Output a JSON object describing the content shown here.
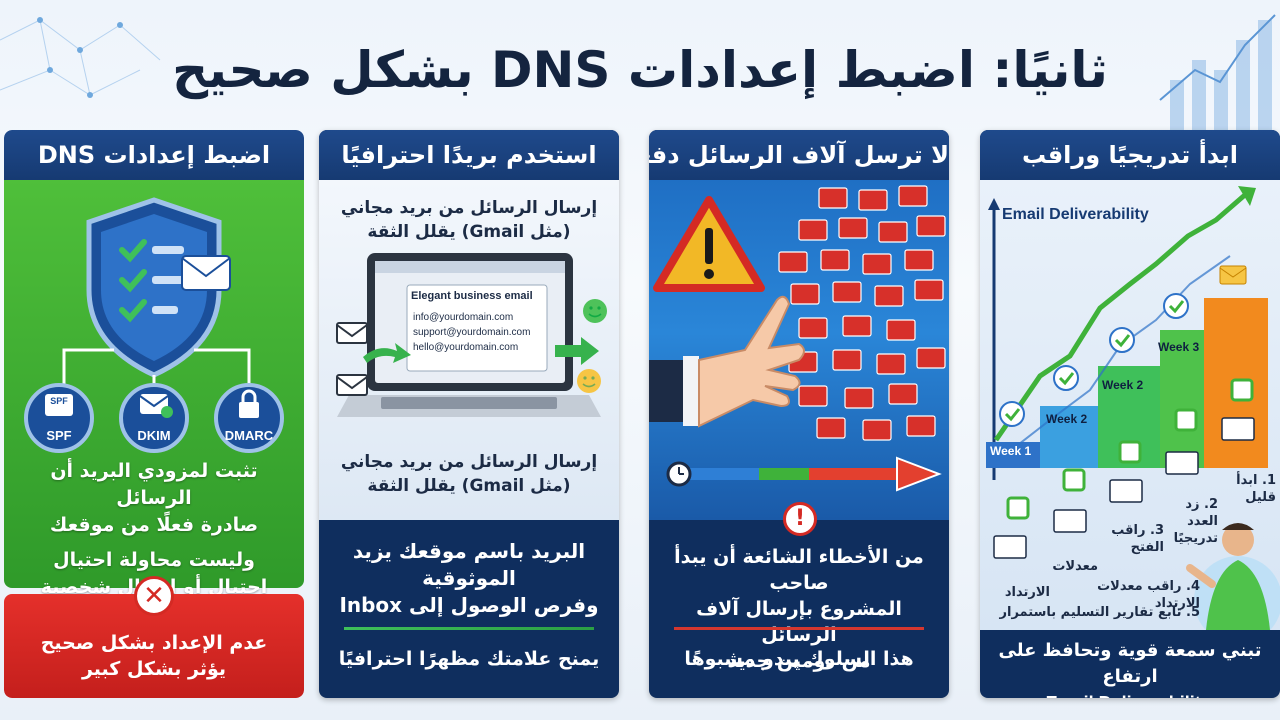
{
  "title": "ثانيًا: اضبط إعدادات DNS بشكل صحيح",
  "panels": {
    "dns": {
      "heading": "اضبط إعدادات DNS",
      "badges": [
        "SPF",
        "DKIM",
        "DMARC"
      ],
      "badge_spf_small": "SPF",
      "line1": "تثبت لمزودي البريد أن الرسائل",
      "line2": "صادرة فعلًا من موقعك",
      "line3": "وليست محاولة احتيال",
      "line4": "احتيال أو انتحال شخصية",
      "warning": "عدم الإعداد بشكل صحيح",
      "warning2": "يؤثر بشكل كبير"
    },
    "email": {
      "heading": "استخدم بريدًا احترافيًا",
      "top_line1": "إرسال الرسائل من بريد مجاني",
      "top_line2": "(مثل Gmail) يقلل الثقة",
      "screen_title": "Elegant business email",
      "addresses": [
        "info@yourdomain.com",
        "support@yourdomain.com",
        "hello@yourdomain.com"
      ],
      "mid_line1": "إرسال الرسائل من بريد مجاني",
      "mid_line2": "(مثل Gmail) يقلل الثقة",
      "body_line1": "البريد باسم موقعك يزيد الموثوقية",
      "body_line2": "وفرص الوصول إلى Inbox",
      "footer": "يمنح علامتك مظهرًا احترافيًا"
    },
    "bulk": {
      "heading": "لا ترسل آلاف الرسائل دفعة",
      "body_line1": "من الأخطاء الشائعة أن يبدأ صاحب",
      "body_line2": "المشروع بإرسال آلاف الرسائل",
      "body_line3": "من دومين جديد",
      "footer": "هذا السلوك يبدو مشبوهًا"
    },
    "gradual": {
      "heading": "ابدأ تدريجيًا وراقب",
      "chart_title": "Email Deliverability",
      "weeks": [
        "Week 1",
        "Week 2",
        "Week 2",
        "Week 3"
      ],
      "steps": [
        {
          "num": "1.",
          "text": "ابدأ"
        },
        {
          "num": "",
          "text": "قليل"
        },
        {
          "num": "2.",
          "text": "زد العدد"
        },
        {
          "num": "",
          "text": "تدريجيًا"
        },
        {
          "num": "3.",
          "text": "راقب"
        },
        {
          "num": "",
          "text": "الفتح"
        },
        {
          "num": "",
          "text": "معدلات"
        },
        {
          "num": "",
          "text": "الارتداد"
        },
        {
          "num": "4.",
          "text": "راقب معدلات الارتداد"
        },
        {
          "num": "5.",
          "text": "تابع تقارير التسليم باستمرار"
        }
      ],
      "footer1": "تبني سمعة قوية وتحافظ على ارتفاع",
      "footer2": "Email Deliverability."
    }
  },
  "colors": {
    "navy": "#163a72",
    "green": "#3fb23a",
    "red": "#d42a24",
    "orange": "#f28a1e"
  }
}
